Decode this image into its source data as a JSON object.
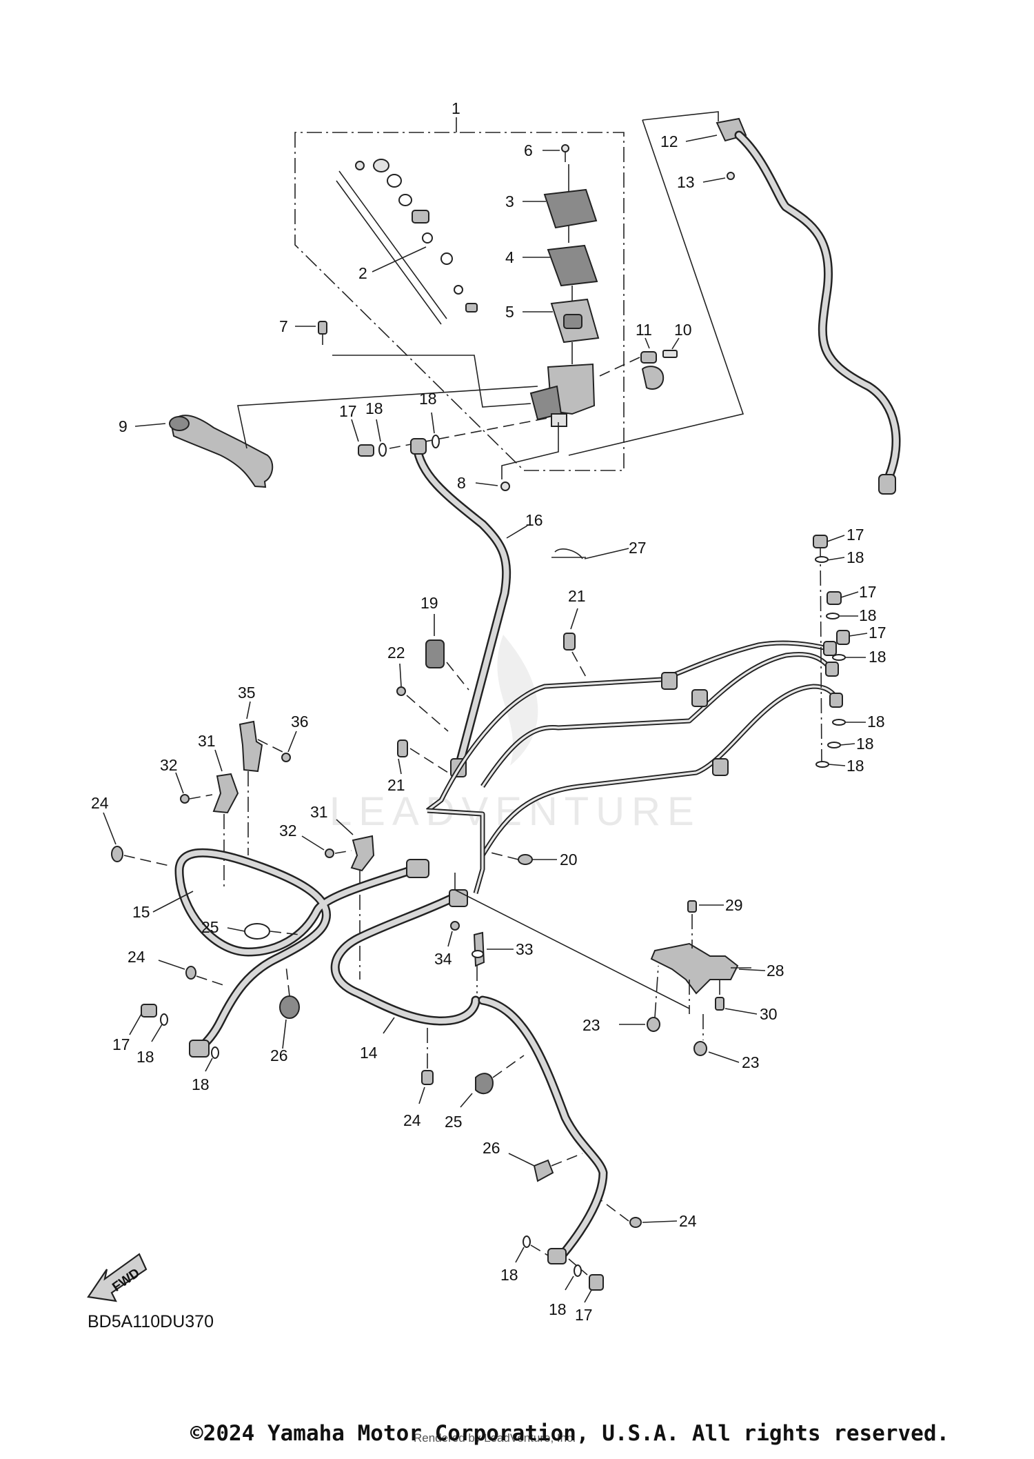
{
  "diagram": {
    "code": "BD5A110DU370",
    "fwd_label": "FWD",
    "watermark": "LEADVENTURE",
    "copyright": "©2024 Yamaha Motor Corporation, U.S.A. All rights reserved.",
    "rendered_by": "Rendered by LeadVenture, Inc.",
    "callouts": {
      "c1": "1",
      "c2": "2",
      "c3": "3",
      "c4": "4",
      "c5": "5",
      "c6": "6",
      "c7": "7",
      "c8": "8",
      "c9": "9",
      "c10": "10",
      "c11": "11",
      "c12": "12",
      "c13": "13",
      "c14": "14",
      "c15": "15",
      "c16": "16",
      "c17a": "17",
      "c18a": "18",
      "c18b": "18",
      "c17r1": "17",
      "c18r1": "18",
      "c17r2": "17",
      "c18r2": "18",
      "c17r3": "17",
      "c18r3": "18",
      "c18r4": "18",
      "c18r5": "18",
      "c18r6": "18",
      "c19": "19",
      "c20": "20",
      "c21a": "21",
      "c21b": "21",
      "c22": "22",
      "c23a": "23",
      "c23b": "23",
      "c24a": "24",
      "c24b": "24",
      "c24c": "24",
      "c24d": "24",
      "c25a": "25",
      "c25b": "25",
      "c26a": "26",
      "c26b": "26",
      "c27": "27",
      "c28": "28",
      "c29": "29",
      "c30": "30",
      "c31a": "31",
      "c31b": "31",
      "c32a": "32",
      "c32b": "32",
      "c33": "33",
      "c34": "34",
      "c35": "35",
      "c36": "36",
      "c17bl": "17",
      "c18bl1": "18",
      "c18bl2": "18",
      "c18bot1": "18",
      "c18bot2": "18",
      "c17bot": "17"
    }
  }
}
